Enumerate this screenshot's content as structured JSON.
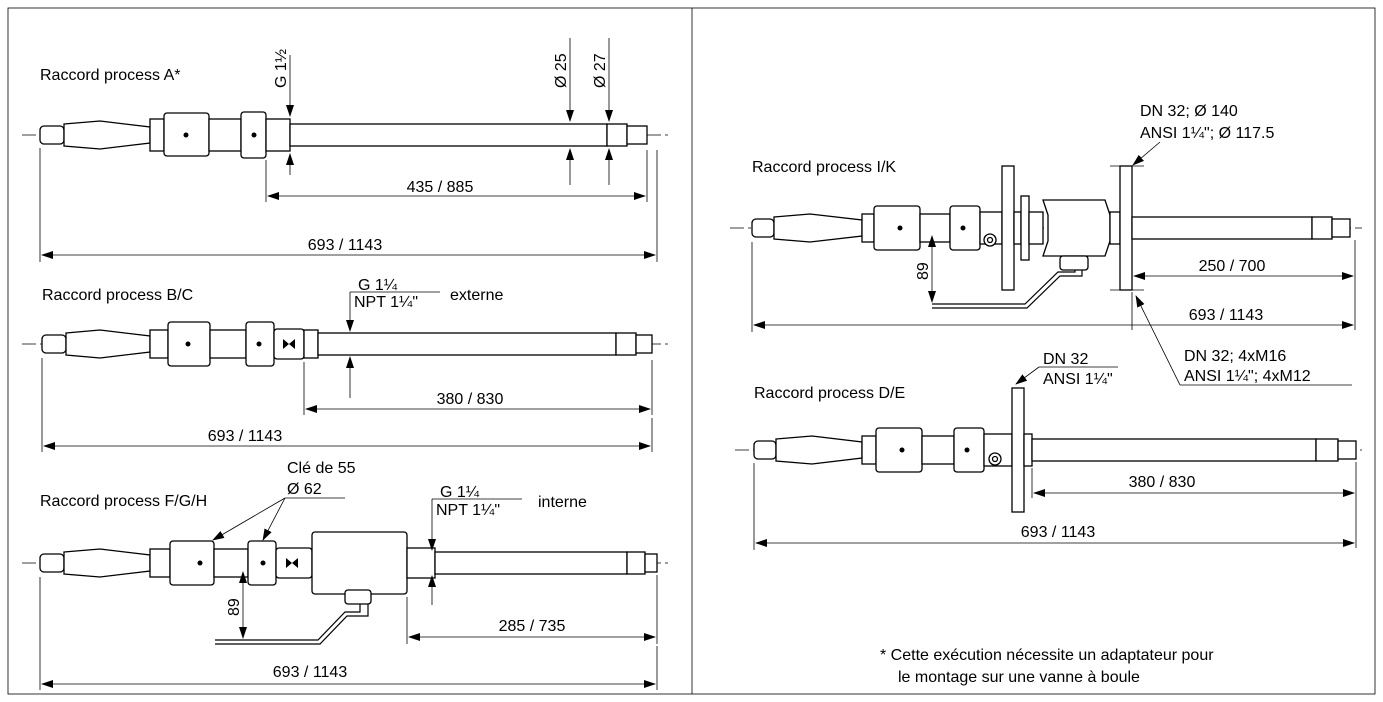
{
  "views": {
    "a": {
      "title": "Raccord process A*",
      "thread": "G 1½",
      "dia1": "Ø 25",
      "dia2": "Ø 27",
      "len_short": "435 / 885",
      "len_total": "693 / 1143"
    },
    "bc": {
      "title": "Raccord process B/C",
      "thread1": "G 1¼",
      "thread2": "NPT 1¼\"",
      "thread_type": "externe",
      "len_short": "380 / 830",
      "len_total": "693 / 1143"
    },
    "fgh": {
      "title": "Raccord process F/G/H",
      "wrench": "Clé de 55",
      "dia": "Ø 62",
      "thread1": "G 1¼",
      "thread2": "NPT 1¼\"",
      "thread_type": "interne",
      "height": "89",
      "len_short": "285 / 735",
      "len_total": "693 / 1143"
    },
    "ik": {
      "title": "Raccord process I/K",
      "flange1": "DN 32; Ø 140",
      "flange2": "ANSI 1¼\"; Ø 117.5",
      "bolts1": "DN 32; 4xM16",
      "bolts2": "ANSI 1¼\"; 4xM12",
      "height": "89",
      "len_short": "250 / 700",
      "len_total": "693 / 1143"
    },
    "de": {
      "title": "Raccord process D/E",
      "flange1": "DN 32",
      "flange2": "ANSI 1¼\"",
      "len_short": "380 / 830",
      "len_total": "693 / 1143"
    }
  },
  "footnote": {
    "line1": "*  Cette exécution nécessite un adaptateur pour",
    "line2": "le montage sur une vanne à boule"
  }
}
